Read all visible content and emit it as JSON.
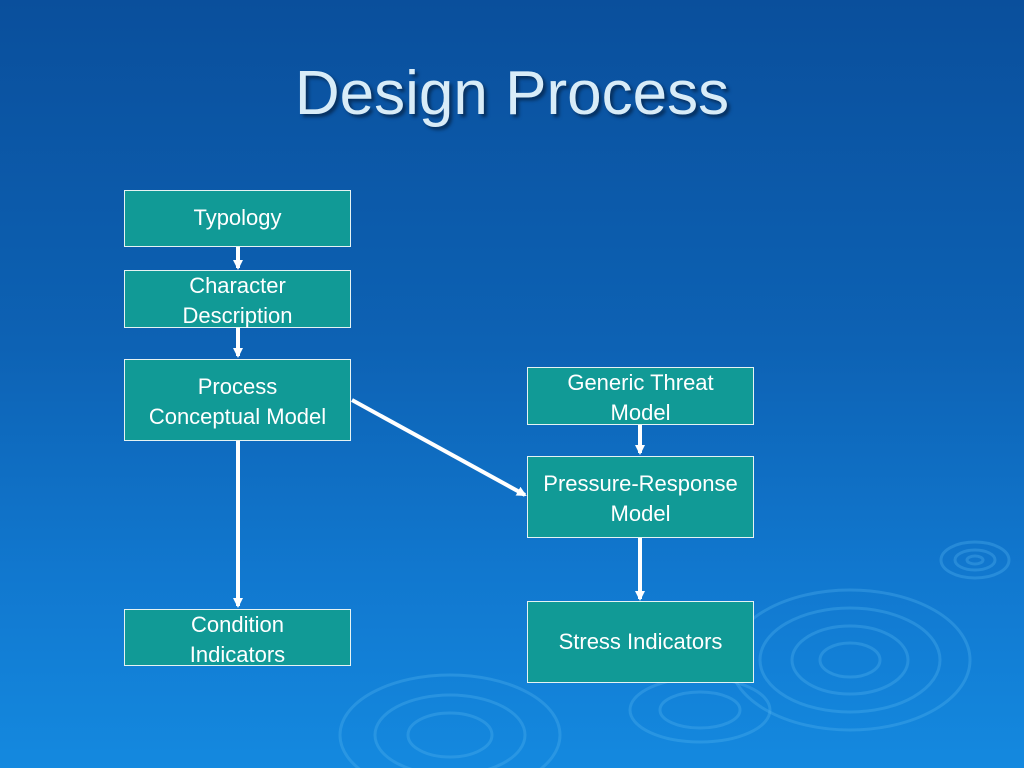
{
  "slide": {
    "title": "Design Process"
  },
  "diagram": {
    "nodes": {
      "typology": "Typology",
      "character_description": "Character\nDescription",
      "process_conceptual_model": "Process\nConceptual Model",
      "condition_indicators": "Condition\nIndicators",
      "generic_threat_model": "Generic Threat\nModel",
      "pressure_response_model": "Pressure-Response\nModel",
      "stress_indicators": "Stress Indicators"
    },
    "edges": [
      {
        "from": "typology",
        "to": "character_description"
      },
      {
        "from": "character_description",
        "to": "process_conceptual_model"
      },
      {
        "from": "process_conceptual_model",
        "to": "condition_indicators"
      },
      {
        "from": "process_conceptual_model",
        "to": "pressure_response_model"
      },
      {
        "from": "generic_threat_model",
        "to": "pressure_response_model"
      },
      {
        "from": "pressure_response_model",
        "to": "stress_indicators"
      }
    ]
  },
  "colors": {
    "box_fill": "#119a96",
    "box_border": "#e6f3f3",
    "arrow": "#ffffff",
    "title": "#d8ecf8"
  }
}
